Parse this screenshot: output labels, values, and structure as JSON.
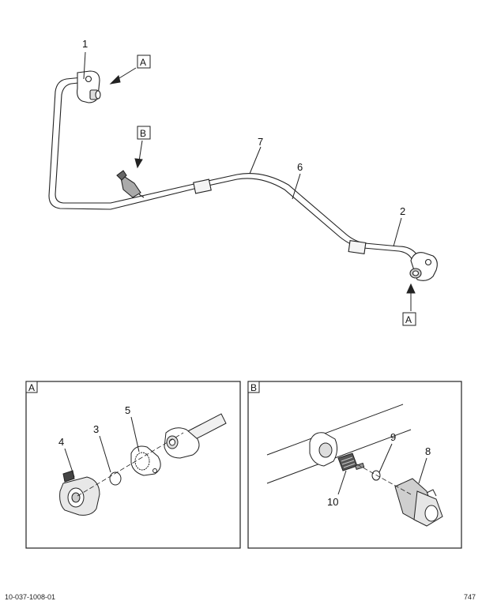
{
  "callouts": {
    "c1": "1",
    "c2": "2",
    "c3": "3",
    "c4": "4",
    "c5": "5",
    "c6": "6",
    "c7": "7",
    "c8": "8",
    "c9": "9",
    "c10": "10"
  },
  "view_refs": {
    "a_top": "A",
    "a_right": "A",
    "b_top": "B"
  },
  "detail_panels": {
    "a_label": "A",
    "b_label": "B"
  },
  "footer": {
    "left": "10-037-1008-01",
    "right": "747"
  }
}
